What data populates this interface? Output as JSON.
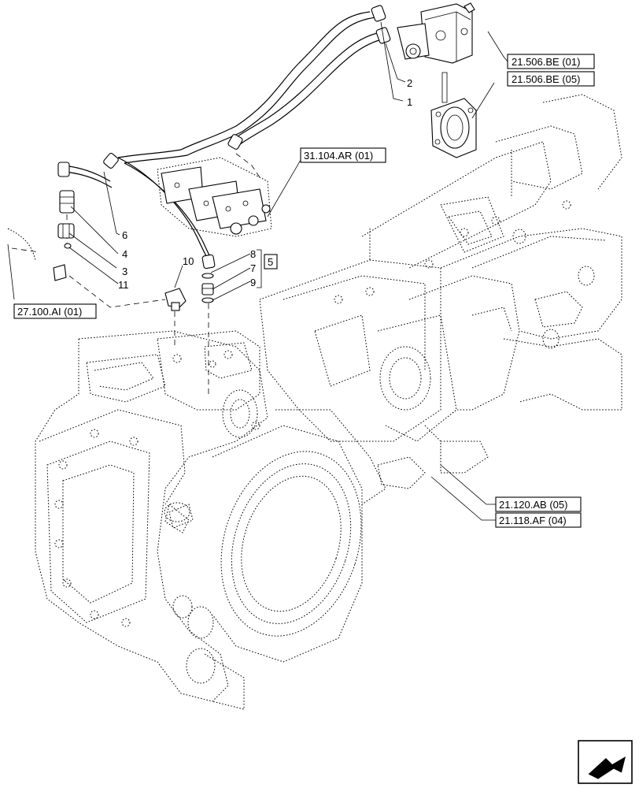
{
  "callouts": [
    "1",
    "2",
    "3",
    "4",
    "5",
    "6",
    "7",
    "8",
    "9",
    "10",
    "11"
  ],
  "references": {
    "ref_21_506_be_01": "21.506.BE (01)",
    "ref_21_506_be_05": "21.506.BE (05)",
    "ref_31_104_ar_01": "31.104.AR (01)",
    "ref_27_100_ai_01": "27.100.AI (01)",
    "ref_21_120_ab_05": "21.120.AB (05)",
    "ref_21_118_af_04": "21.118.AF (04)"
  },
  "nav": {
    "icon": "next-page-arrow-icon"
  }
}
